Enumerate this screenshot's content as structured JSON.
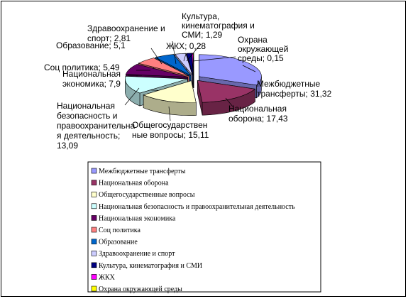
{
  "chart_data": {
    "type": "pie",
    "three_d": true,
    "exploded": true,
    "legend_position": "bottom",
    "title": "",
    "slices": [
      {
        "legend": "Межбюджетные трансферты",
        "label_lines": [
          "Межбюджетные",
          "трансферты; 31,32"
        ],
        "value": 31.32,
        "color": "#9999ff"
      },
      {
        "legend": "Национальная оборона",
        "label_lines": [
          "Национальная",
          "оборона; 17,43"
        ],
        "value": 17.43,
        "color": "#993366"
      },
      {
        "legend": "Общегосударственные вопросы",
        "label_lines": [
          "Общегосударствен",
          "ные вопросы; 15,11"
        ],
        "value": 15.11,
        "color": "#ffffcc"
      },
      {
        "legend": "Национальная безопасность и правоохранительная деятельность",
        "label_lines": [
          "Национальная",
          "безопасность и",
          "правоохранительна",
          "я деятельность;",
          "13,09"
        ],
        "value": 13.09,
        "color": "#ccffff"
      },
      {
        "legend": "Национальная экономика",
        "label_lines": [
          "Национальная",
          "экономика; 7,9"
        ],
        "value": 7.9,
        "color": "#660066"
      },
      {
        "legend": "Соц политика",
        "label_lines": [
          "Соц политика; 5,49"
        ],
        "value": 5.49,
        "color": "#ff8080"
      },
      {
        "legend": "Образование",
        "label_lines": [
          "Образование; 5,1"
        ],
        "value": 5.1,
        "color": "#0066cc"
      },
      {
        "legend": "Здравоохранение и спорт",
        "label_lines": [
          "Здравоохранение и",
          "спорт; 2,81"
        ],
        "value": 2.81,
        "color": "#ccccff"
      },
      {
        "legend": "Культура, кинематография и СМИ",
        "label_lines": [
          "Культура,",
          "кинематография и",
          "СМИ; 1,29"
        ],
        "value": 1.29,
        "color": "#000080"
      },
      {
        "legend": "ЖКХ",
        "label_lines": [
          "ЖКХ; 0,28"
        ],
        "value": 0.28,
        "color": "#ff00ff"
      },
      {
        "legend": "Охрана окружающей среды",
        "label_lines": [
          "Охрана",
          "окружающей",
          "среды; 0,15"
        ],
        "value": 0.15,
        "color": "#ffff00"
      }
    ]
  }
}
